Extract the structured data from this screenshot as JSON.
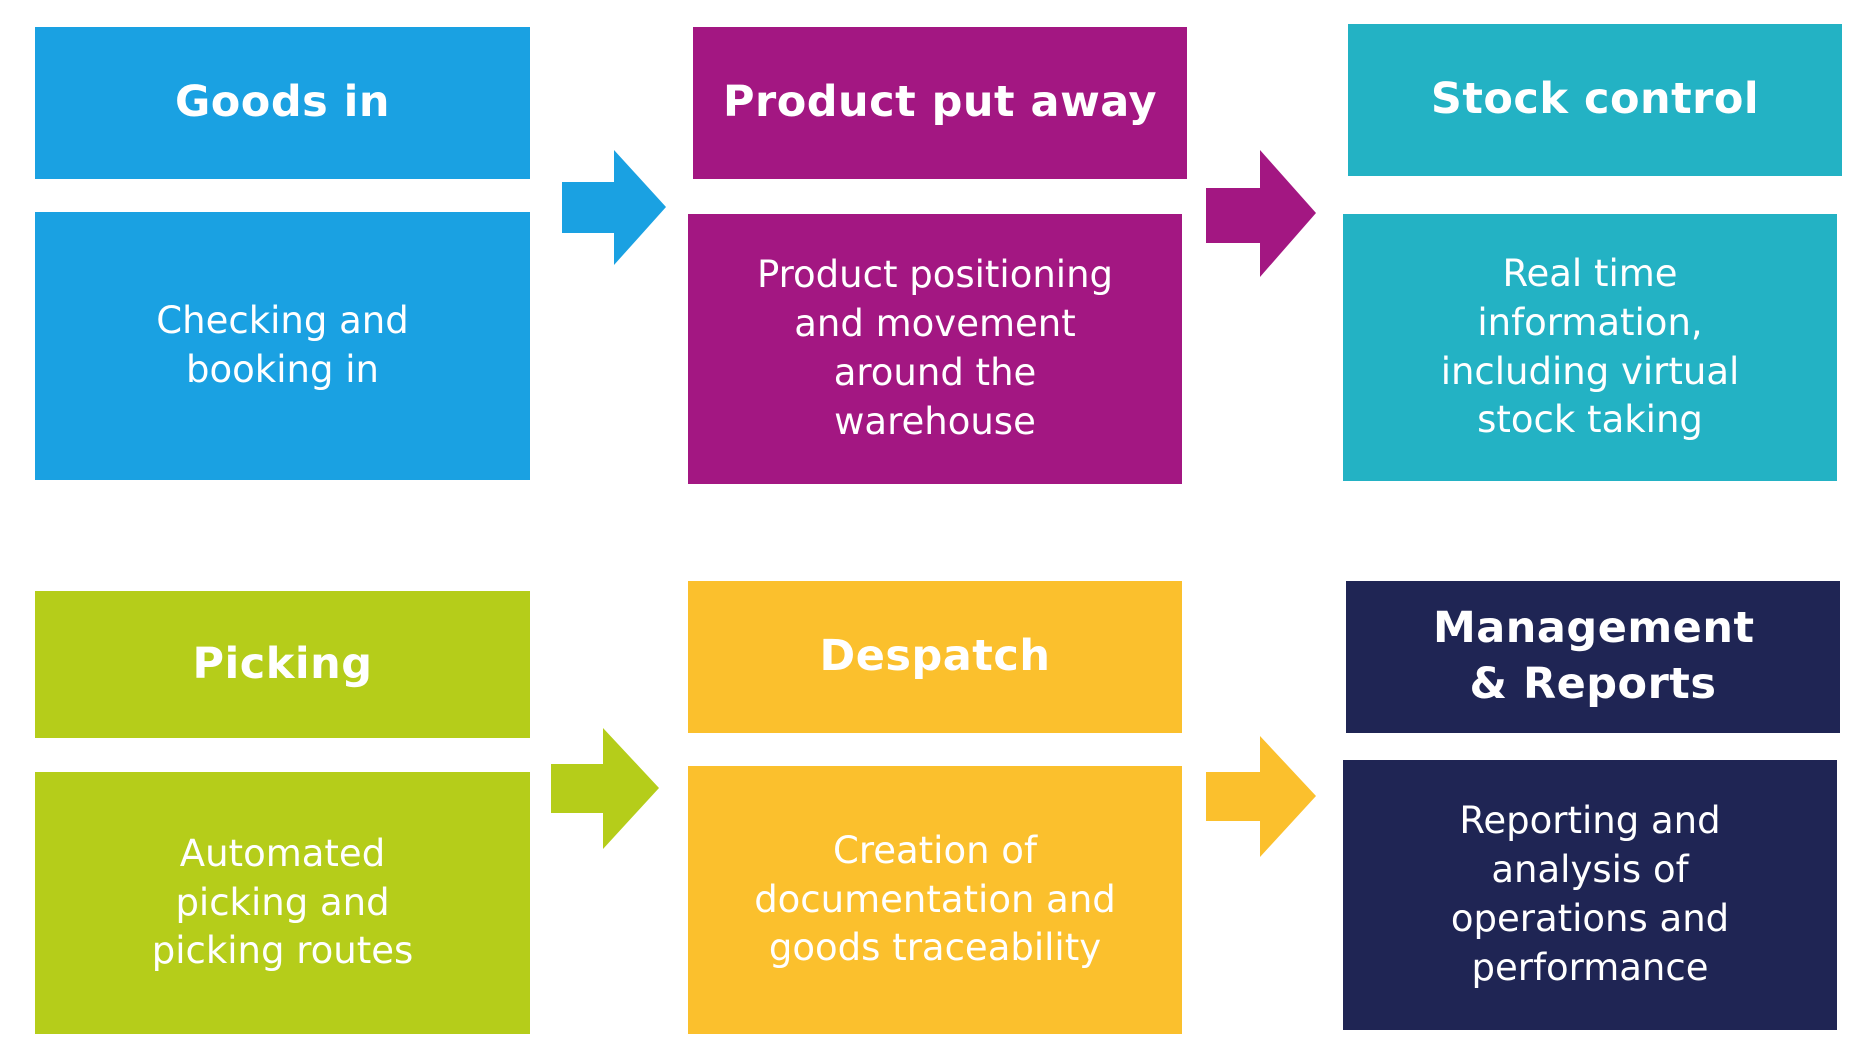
{
  "colors": {
    "blue": "#1AA1E2",
    "magenta": "#A31782",
    "teal": "#23B2C4",
    "lime": "#B5CD1A",
    "yellow": "#FBC02D",
    "navy": "#1F2554"
  },
  "steps": [
    {
      "title": "Goods in",
      "description": "Checking and booking in",
      "color_key": "blue"
    },
    {
      "title": "Product put away",
      "description": "Product positioning and movement around the warehouse",
      "color_key": "magenta"
    },
    {
      "title": "Stock control",
      "description": "Real time information, including virtual stock taking",
      "color_key": "teal"
    },
    {
      "title": "Picking",
      "description": "Automated picking and picking routes",
      "color_key": "lime"
    },
    {
      "title": "Despatch",
      "description": "Creation of documentation and goods traceability",
      "color_key": "yellow"
    },
    {
      "title": "Management & Reports",
      "description": "Reporting and analysis of operations and performance",
      "color_key": "navy"
    }
  ],
  "arrows": [
    {
      "from": "Goods in",
      "to": "Product put away",
      "color_key": "blue"
    },
    {
      "from": "Product put away",
      "to": "Stock control",
      "color_key": "magenta"
    },
    {
      "from": "Picking",
      "to": "Despatch",
      "color_key": "lime"
    },
    {
      "from": "Despatch",
      "to": "Management & Reports",
      "color_key": "yellow"
    }
  ]
}
